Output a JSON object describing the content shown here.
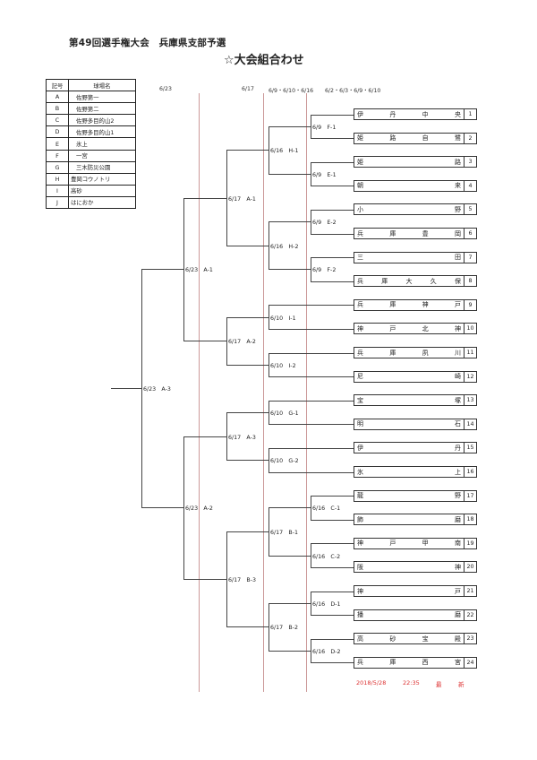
{
  "header": {
    "title": "第49回選手権大会　兵庫県支部予選",
    "subtitle": "☆大会組合わせ"
  },
  "venues": {
    "headers": [
      "記号",
      "球場名"
    ],
    "rows": [
      {
        "code": "A",
        "name": "佐野第一"
      },
      {
        "code": "B",
        "name": "佐野第二"
      },
      {
        "code": "C",
        "name": "佐野多目的山2"
      },
      {
        "code": "D",
        "name": "佐野多目的山1"
      },
      {
        "code": "E",
        "name": "氷上"
      },
      {
        "code": "F",
        "name": "一宮"
      },
      {
        "code": "G",
        "name": "三木防災公園"
      },
      {
        "code": "H",
        "name": "豊岡コウノトリ"
      },
      {
        "code": "I",
        "name": "高砂"
      },
      {
        "code": "J",
        "name": "はにおか"
      }
    ]
  },
  "round_dates": [
    "6/23",
    "6/17",
    "6/9・6/10・6/16",
    "6/2・6/3・6/9・6/10"
  ],
  "teams": [
    {
      "no": "1",
      "chars": [
        "伊",
        "丹",
        "中",
        "央"
      ]
    },
    {
      "no": "2",
      "chars": [
        "姫",
        "路",
        "自",
        "鷺"
      ]
    },
    {
      "no": "3",
      "chars": [
        "姫",
        "路"
      ]
    },
    {
      "no": "4",
      "chars": [
        "朝",
        "来"
      ]
    },
    {
      "no": "5",
      "chars": [
        "小",
        "野"
      ]
    },
    {
      "no": "6",
      "chars": [
        "兵",
        "庫",
        "豊",
        "岡"
      ]
    },
    {
      "no": "7",
      "chars": [
        "三",
        "田"
      ]
    },
    {
      "no": "8",
      "chars": [
        "兵",
        "庫",
        "大",
        "久",
        "保"
      ]
    },
    {
      "no": "9",
      "chars": [
        "兵",
        "庫",
        "神",
        "戸"
      ]
    },
    {
      "no": "10",
      "chars": [
        "神",
        "戸",
        "北",
        "神"
      ]
    },
    {
      "no": "11",
      "chars": [
        "兵",
        "庫",
        "夙",
        "川"
      ]
    },
    {
      "no": "12",
      "chars": [
        "尼",
        "崎"
      ]
    },
    {
      "no": "13",
      "chars": [
        "宝",
        "塚"
      ]
    },
    {
      "no": "14",
      "chars": [
        "明",
        "石"
      ]
    },
    {
      "no": "15",
      "chars": [
        "伊",
        "丹"
      ]
    },
    {
      "no": "16",
      "chars": [
        "氷",
        "上"
      ]
    },
    {
      "no": "17",
      "chars": [
        "龍",
        "野"
      ]
    },
    {
      "no": "18",
      "chars": [
        "飾",
        "磨"
      ]
    },
    {
      "no": "19",
      "chars": [
        "神",
        "戸",
        "甲",
        "南"
      ]
    },
    {
      "no": "20",
      "chars": [
        "阪",
        "神"
      ]
    },
    {
      "no": "21",
      "chars": [
        "神",
        "戸"
      ]
    },
    {
      "no": "22",
      "chars": [
        "播",
        "磨"
      ]
    },
    {
      "no": "23",
      "chars": [
        "高",
        "砂",
        "宝",
        "殿"
      ]
    },
    {
      "no": "24",
      "chars": [
        "兵",
        "庫",
        "西",
        "宮"
      ]
    }
  ],
  "matches": {
    "r1": [
      "6/9　F-1",
      "6/9　E-1",
      "6/9　E-2",
      "6/9　F-2",
      "6/16　C-1",
      "6/16　C-2",
      "6/16　D-1",
      "6/16　D-2"
    ],
    "r2": [
      "6/16　H-1",
      "6/16　H-2",
      "6/10　I-1",
      "6/10　I-2",
      "6/10　G-1",
      "6/10　G-2",
      "6/17　B-1",
      "6/17　B-2"
    ],
    "r3": [
      "6/17　A-1",
      "6/17　A-2",
      "6/17　A-3",
      "6/17　B-3"
    ],
    "r4": [
      "6/23　A-1",
      "6/23　A-2"
    ],
    "final": "6/23　A-3"
  },
  "footer": {
    "date": "2018/5/28",
    "time": "22:35",
    "status_chars": [
      "最",
      "新"
    ]
  },
  "colors": {
    "line": "#444444",
    "round_divider": "#cc9999",
    "footer": "#dd3333"
  }
}
